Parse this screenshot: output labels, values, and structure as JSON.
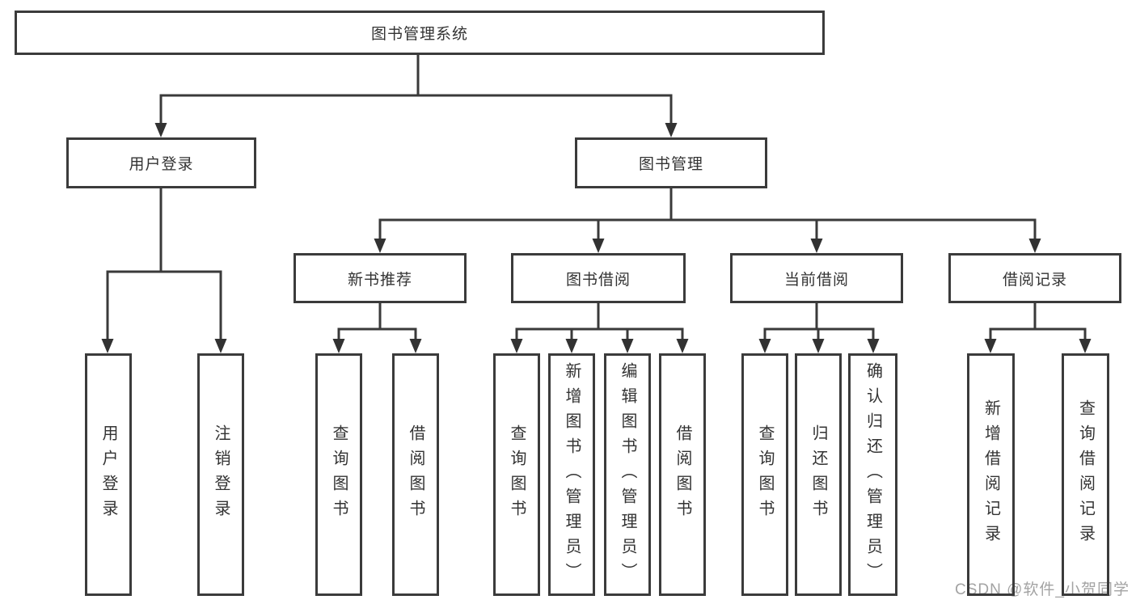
{
  "tree": {
    "label": "图书管理系统",
    "children": [
      {
        "label": "用户登录",
        "children": [
          {
            "label": "用户登录"
          },
          {
            "label": "注销登录"
          }
        ]
      },
      {
        "label": "图书管理",
        "children": [
          {
            "label": "新书推荐",
            "children": [
              {
                "label": "查询图书"
              },
              {
                "label": "借阅图书"
              }
            ]
          },
          {
            "label": "图书借阅",
            "children": [
              {
                "label": "查询图书"
              },
              {
                "label": "新增图书（管理员）"
              },
              {
                "label": "编辑图书（管理员）"
              },
              {
                "label": "借阅图书"
              }
            ]
          },
          {
            "label": "当前借阅",
            "children": [
              {
                "label": "查询图书"
              },
              {
                "label": "归还图书"
              },
              {
                "label": "确认归还（管理员）"
              }
            ]
          },
          {
            "label": "借阅记录",
            "children": [
              {
                "label": "新增借阅记录"
              },
              {
                "label": "查询借阅记录"
              }
            ]
          }
        ]
      }
    ]
  },
  "watermark": {
    "text": "CSDN @软件_小贺同学"
  },
  "colors": {
    "line": "#3a3a3a",
    "box_border": "#3b3b3b",
    "text": "#333333",
    "watermark": "#a3a3a3",
    "background": "#ffffff"
  }
}
